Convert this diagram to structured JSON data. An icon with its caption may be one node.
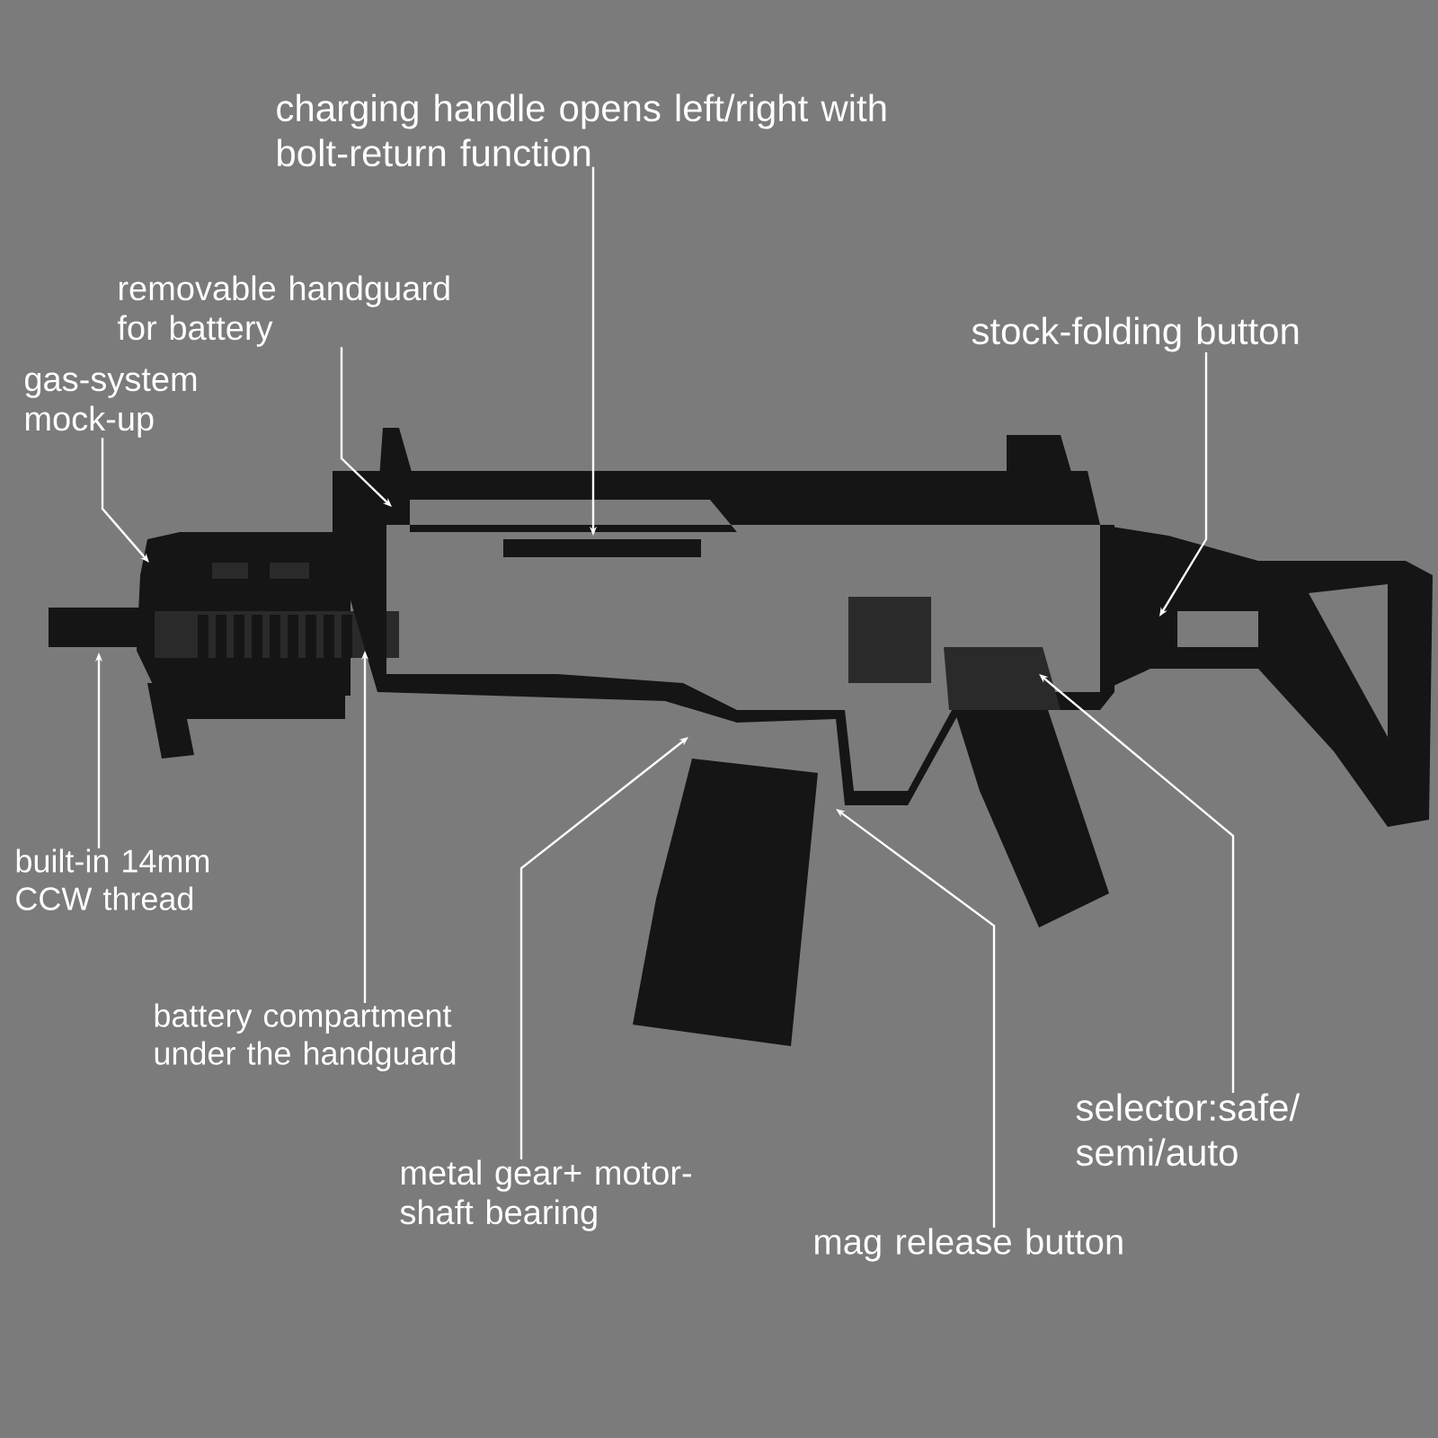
{
  "diagram": {
    "nodes": [
      {
        "text": [
          "charging handle opens left/right with bolt-return function"
        ]
      },
      {
        "text": [
          "removable handguard for battery"
        ]
      },
      {
        "text": [
          "gas-system mock-up"
        ]
      },
      {
        "text": [
          "stock-folding button"
        ]
      },
      {
        "text": [
          "built-in 14mm CCW thread"
        ]
      },
      {
        "text": [
          "battery compartment under the handguard"
        ]
      },
      {
        "text": [
          "metal gear+ motor-shaft bearing"
        ]
      },
      {
        "text": [
          "mag release button"
        ]
      },
      {
        "text": [
          "selector:safe/ semi/auto"
        ]
      }
    ],
    "edges": [
      {
        "from": 0,
        "to": null,
        "arrow": "to"
      },
      {
        "from": 1,
        "to": null,
        "arrow": "to"
      },
      {
        "from": 2,
        "to": null,
        "arrow": "to"
      },
      {
        "from": 3,
        "to": null,
        "arrow": "to"
      },
      {
        "from": 4,
        "to": null,
        "arrow": "to"
      },
      {
        "from": 5,
        "to": null,
        "arrow": "to"
      },
      {
        "from": 6,
        "to": null,
        "arrow": "to"
      },
      {
        "from": 7,
        "to": null,
        "arrow": "to"
      },
      {
        "from": 8,
        "to": null,
        "arrow": "to"
      }
    ]
  }
}
